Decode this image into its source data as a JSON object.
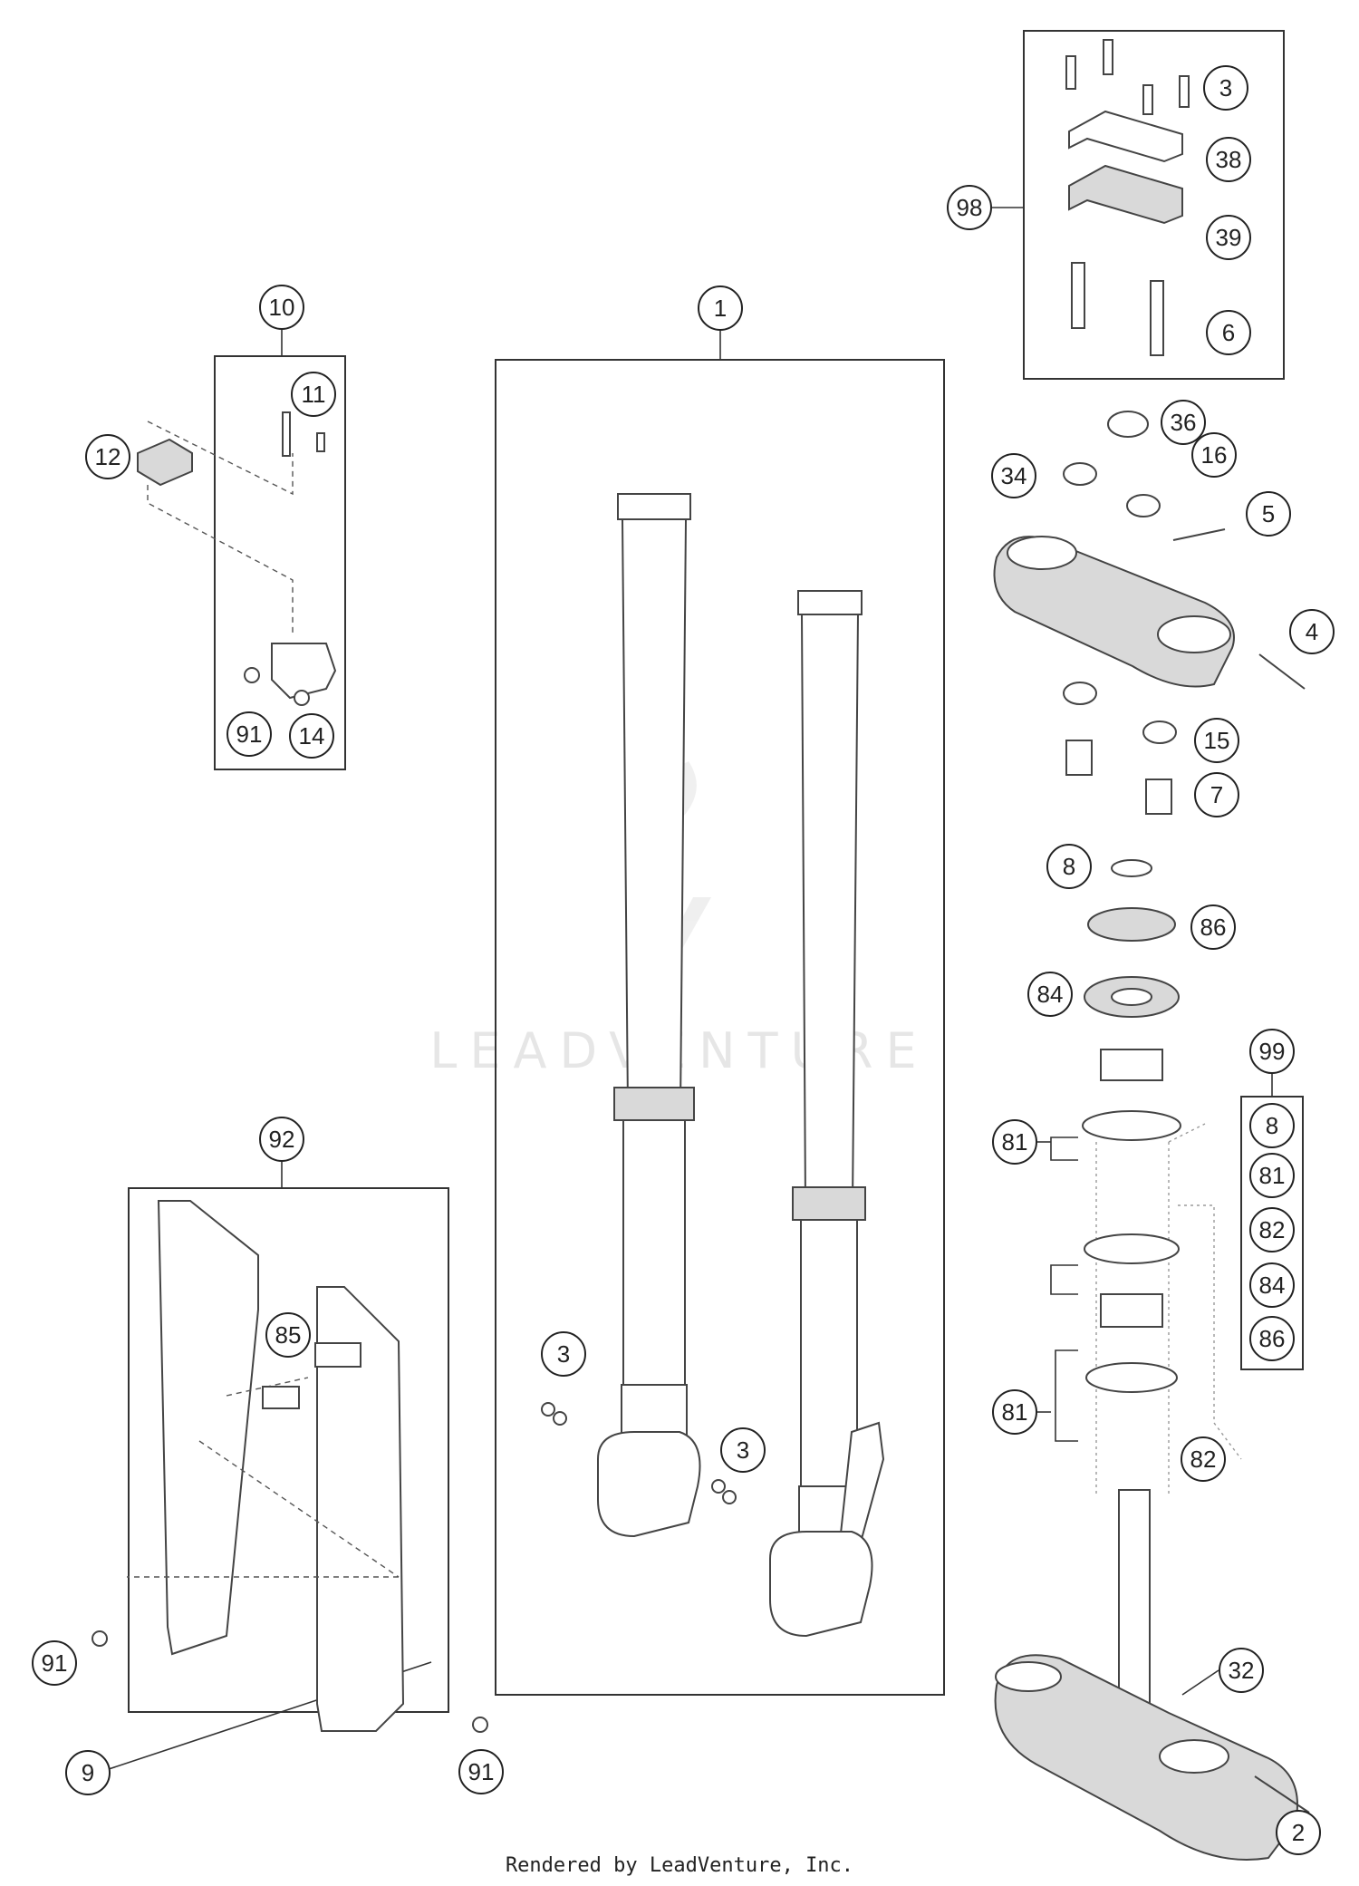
{
  "watermark": "LEADVENTURE",
  "footer": "Rendered by LeadVenture, Inc.",
  "callouts": {
    "c1": "1",
    "c2": "2",
    "c3_top": "3",
    "c3_left_fork": "3",
    "c3_right_fork": "3",
    "c4": "4",
    "c5": "5",
    "c6": "6",
    "c7": "7",
    "c8": "8",
    "c8_kit": "8",
    "c9": "9",
    "c10": "10",
    "c11": "11",
    "c12": "12",
    "c14": "14",
    "c15": "15",
    "c16": "16",
    "c32": "32",
    "c34": "34",
    "c36": "36",
    "c38": "38",
    "c39": "39",
    "c81_upper": "81",
    "c81_lower": "81",
    "c81_kit": "81",
    "c82": "82",
    "c82_kit": "82",
    "c84": "84",
    "c84_kit": "84",
    "c85": "85",
    "c86": "86",
    "c86_kit": "86",
    "c91_bracket": "91",
    "c91_guard_left": "91",
    "c91_guard_right": "91",
    "c92": "92",
    "c98": "98",
    "c99": "99"
  }
}
